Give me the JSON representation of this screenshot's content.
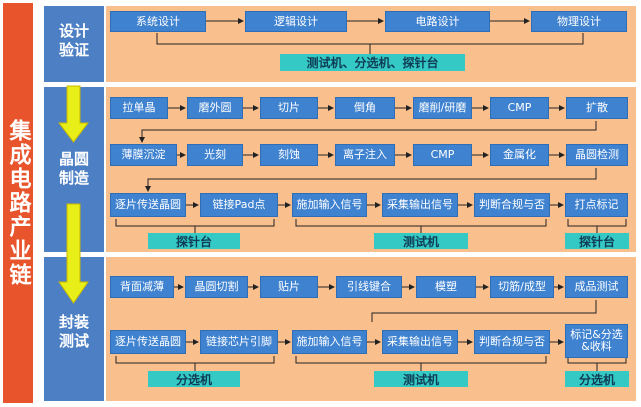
{
  "title": "集成电路产业链",
  "stages": {
    "design": "设计\n验证",
    "fab": "晶圆\n制造",
    "package": "封装\n测试"
  },
  "design": {
    "flow": [
      "系统设计",
      "逻辑设计",
      "电路设计",
      "物理设计"
    ],
    "equipment": "测试机、分选机、探针台"
  },
  "fab": {
    "row1": [
      "拉单晶",
      "磨外圆",
      "切片",
      "倒角",
      "磨削/研磨",
      "CMP",
      "扩散"
    ],
    "row2": [
      "薄膜沉淀",
      "光刻",
      "刻蚀",
      "离子注入",
      "CMP",
      "金属化",
      "晶圆检测"
    ],
    "row3": [
      "逐片传送晶圆",
      "链接Pad点",
      "施加输入信号",
      "采集输出信号",
      "判断合规与否",
      "打点标记"
    ],
    "equipment": [
      "探针台",
      "测试机",
      "探针台"
    ]
  },
  "package": {
    "row1": [
      "背面减薄",
      "晶圆切割",
      "贴片",
      "引线键合",
      "模塑",
      "切筋/成型",
      "成品测试"
    ],
    "row2": [
      "逐片传送晶圆",
      "链接芯片引脚",
      "施加输入信号",
      "采集输出信号",
      "判断合规与否",
      "标记&分选\n&收料"
    ],
    "equipment": [
      "分选机",
      "测试机",
      "分选机"
    ]
  },
  "colors": {
    "side": "#e8552d",
    "stage": "#4d7fc4",
    "panel": "#f9c08d",
    "box": "#3f82d0",
    "equipment_bar": "#34c9c4",
    "down_arrow": "#e8ee18"
  }
}
